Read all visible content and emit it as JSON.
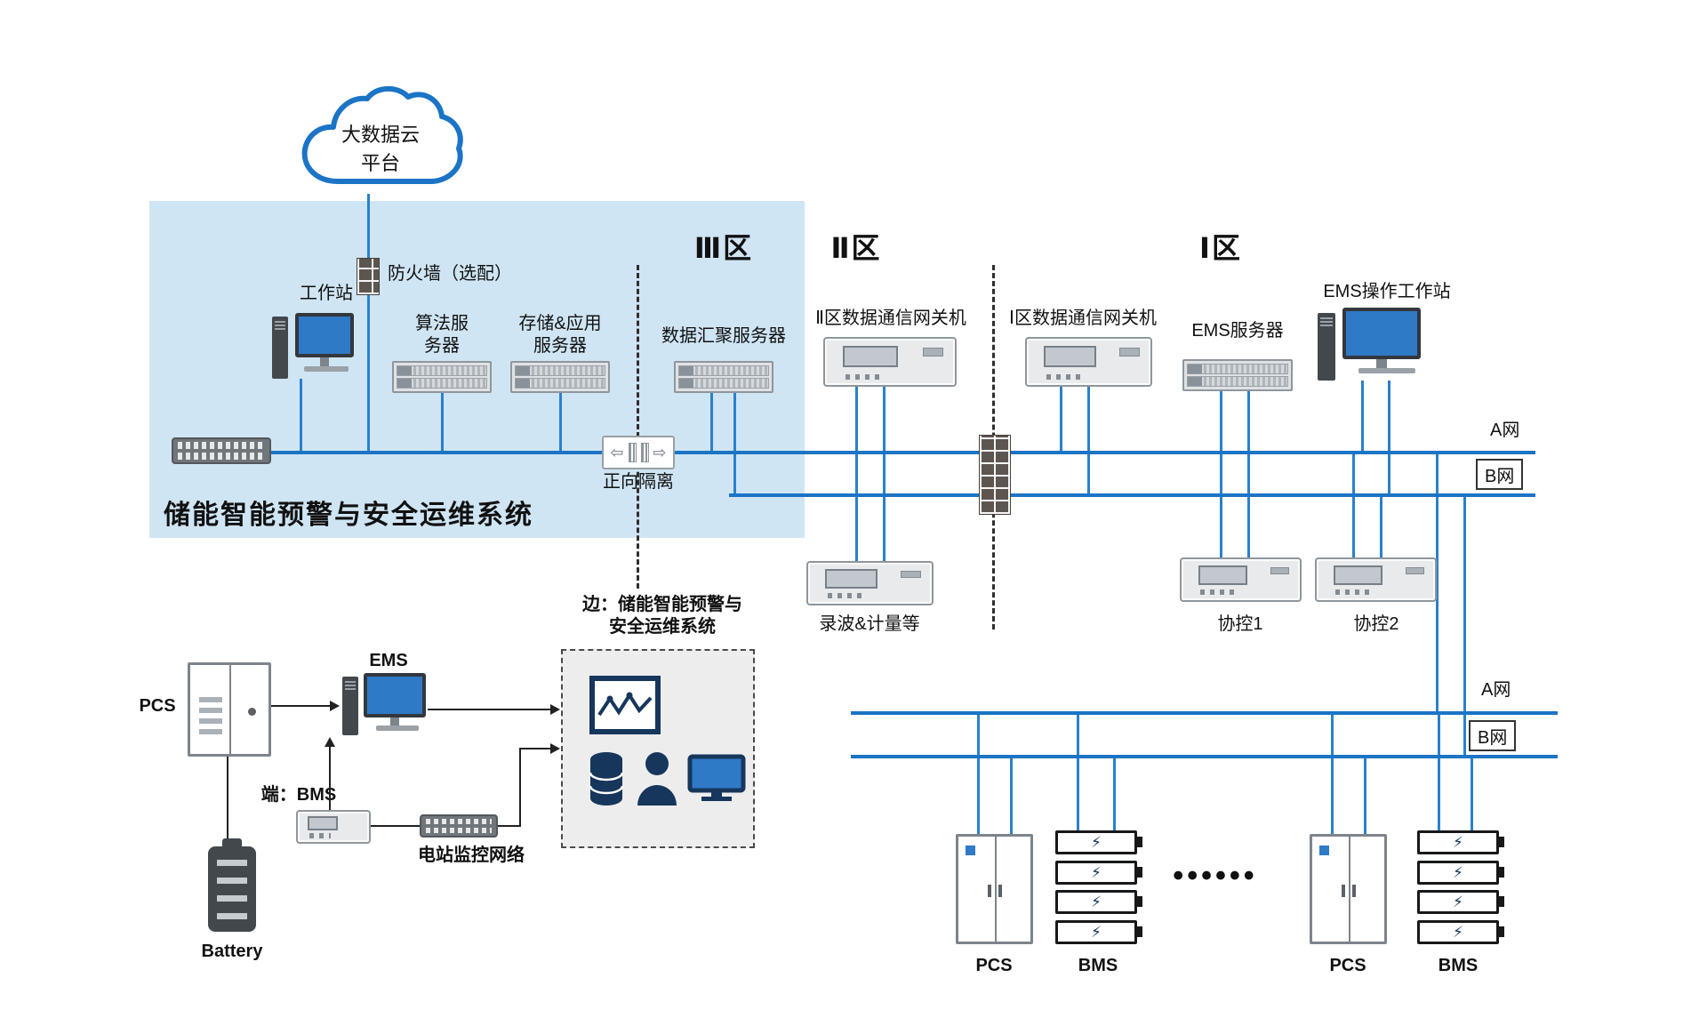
{
  "colors": {
    "bus_blue": "#1b74c5",
    "panel_blue": "#cfe5f4",
    "navy": "#16365c",
    "screen_blue": "#2e7ac7"
  },
  "icons": {
    "bolt": "⚡",
    "arrow_left": "⇦",
    "arrow_right": "⇨"
  },
  "cloud": {
    "label": "大数据云\n平台"
  },
  "zones": {
    "zone3": "Ⅲ区",
    "zone2": "Ⅱ区",
    "zone1": "Ⅰ区"
  },
  "panel": {
    "firewall": "防火墙（选配）",
    "workstation": "工作站",
    "algo_server": "算法服\n务器",
    "storage_server": "存储&应用\n服务器",
    "agg_server": "数据汇聚服务器",
    "isolation": "正向隔离",
    "title": "储能智能预警与安全运维系统"
  },
  "zone2_devices": {
    "gateway": "Ⅱ区数据通信网关机",
    "recorder": "录波&计量等"
  },
  "zone1_devices": {
    "gateway": "Ⅰ区数据通信网关机",
    "ems_server": "EMS服务器",
    "ems_ws": "EMS操作工作站",
    "ctrl1": "协控1",
    "ctrl2": "协控2"
  },
  "bus": {
    "a_top": "A网",
    "b_top": "B网",
    "a_low": "A网",
    "b_low": "B网"
  },
  "edge": {
    "pcs": "PCS",
    "ems": "EMS",
    "bms": "端：BMS",
    "battery": "Battery",
    "network": "电站监控网络",
    "box_title": "边：储能智能预警与\n安全运维系统"
  },
  "field": {
    "pcs1": "PCS",
    "bms1": "BMS",
    "dots": "••••••",
    "pcs2": "PCS",
    "bms2": "BMS"
  }
}
